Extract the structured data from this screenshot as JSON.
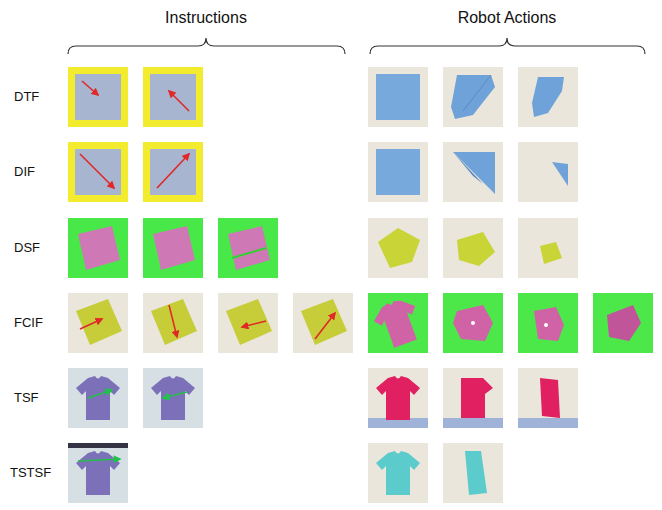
{
  "diagram": {
    "labels": [
      "Instructions",
      "Robot Actions",
      "DTF",
      "DIF",
      "DSF",
      "FCIF",
      "TSF",
      "TSTSF"
    ]
  }
}
